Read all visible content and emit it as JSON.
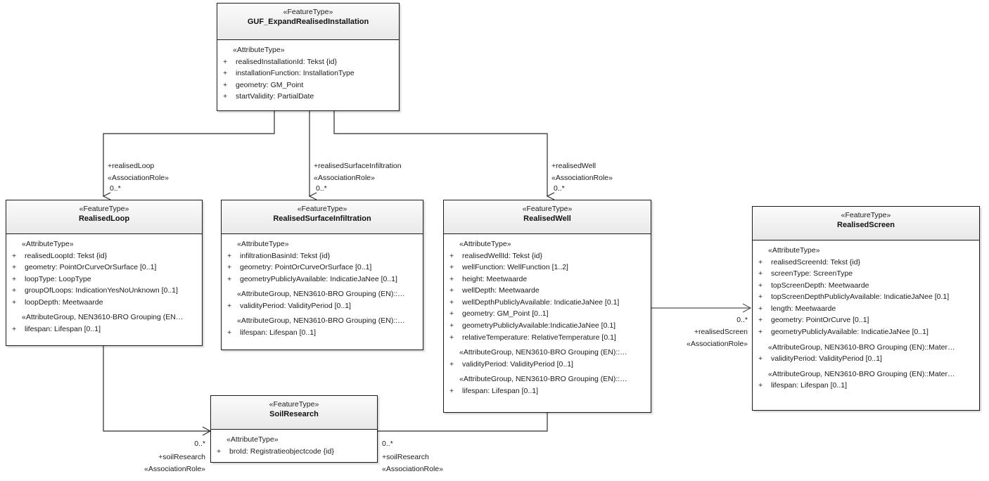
{
  "diagram": {
    "type": "uml-class-diagram",
    "title": "GUF_ExpandRealisedInstallation model"
  },
  "classes": {
    "guf": {
      "stereotype": "«FeatureType»",
      "name": "GUF_ExpandRealisedInstallation",
      "sections": [
        {
          "group": "«AttributeType»",
          "attributes": [
            {
              "vis": "+",
              "text": "realisedInstallationId: Tekst {id}"
            },
            {
              "vis": "+",
              "text": "installationFunction: InstallationType"
            },
            {
              "vis": "+",
              "text": "geometry: GM_Point"
            },
            {
              "vis": "+",
              "text": "startValidity: PartialDate"
            }
          ]
        }
      ]
    },
    "loop": {
      "stereotype": "«FeatureType»",
      "name": "RealisedLoop",
      "sections": [
        {
          "group": "«AttributeType»",
          "attributes": [
            {
              "vis": "+",
              "text": "realisedLoopId: Tekst {id}"
            },
            {
              "vis": "+",
              "text": "geometry: PointOrCurveOrSurface [0..1]"
            },
            {
              "vis": "+",
              "text": "loopType: LoopType"
            },
            {
              "vis": "+",
              "text": "groupOfLoops: IndicationYesNoUnknown [0..1]"
            },
            {
              "vis": "+",
              "text": "loopDepth: Meetwaarde"
            }
          ]
        },
        {
          "group": "«AttributeGroup, NEN3610-BRO Grouping (EN…",
          "attributes": [
            {
              "vis": "+",
              "text": "lifespan: Lifespan [0..1]"
            }
          ]
        }
      ]
    },
    "surface": {
      "stereotype": "«FeatureType»",
      "name": "RealisedSurfaceInfiltration",
      "sections": [
        {
          "group": "«AttributeType»",
          "attributes": [
            {
              "vis": "+",
              "text": "infiltrationBasinId: Tekst {id}"
            },
            {
              "vis": "+",
              "text": "geometry: PointOrCurveOrSurface [0..1]"
            },
            {
              "vis": "+",
              "text": "geometryPubliclyAvailable: IndicatieJaNee [0..1]"
            }
          ]
        },
        {
          "group": "«AttributeGroup, NEN3610-BRO Grouping (EN)::…",
          "attributes": [
            {
              "vis": "+",
              "text": "validityPeriod: ValidityPeriod [0..1]"
            }
          ]
        },
        {
          "group": "«AttributeGroup, NEN3610-BRO Grouping (EN)::…",
          "attributes": [
            {
              "vis": "+",
              "text": "lifespan: Lifespan [0..1]"
            }
          ]
        }
      ]
    },
    "well": {
      "stereotype": "«FeatureType»",
      "name": "RealisedWell",
      "sections": [
        {
          "group": "«AttributeType»",
          "attributes": [
            {
              "vis": "+",
              "text": "realisedWellId: Tekst {id}"
            },
            {
              "vis": "+",
              "text": "wellFunction: WellFunction [1..2]"
            },
            {
              "vis": "+",
              "text": "height: Meetwaarde"
            },
            {
              "vis": "+",
              "text": "wellDepth: Meetwaarde"
            },
            {
              "vis": "+",
              "text": "wellDepthPubliclyAvailable: IndicatieJaNee [0.1]"
            },
            {
              "vis": "+",
              "text": "geometry: GM_Point [0..1]"
            },
            {
              "vis": "+",
              "text": "geometryPubliclyAvailable:IndicatieJaNee [0.1]"
            },
            {
              "vis": "+",
              "text": "relativeTemperature: RelativeTemperature [0.1]"
            }
          ]
        },
        {
          "group": "«AttributeGroup, NEN3610-BRO Grouping (EN)::…",
          "attributes": [
            {
              "vis": "+",
              "text": "validityPeriod: ValidityPeriod [0..1]"
            }
          ]
        },
        {
          "group": "«AttributeGroup, NEN3610-BRO Grouping (EN)::…",
          "attributes": [
            {
              "vis": "+",
              "text": "lifespan: Lifespan [0..1]"
            }
          ]
        }
      ]
    },
    "screen": {
      "stereotype": "«FeatureType»",
      "name": "RealisedScreen",
      "sections": [
        {
          "group": "«AttributeType»",
          "attributes": [
            {
              "vis": "+",
              "text": "realisedScreenId: Tekst {id}"
            },
            {
              "vis": "+",
              "text": "screenType: ScreenType"
            },
            {
              "vis": "+",
              "text": "topScreenDepth: Meetwaarde"
            },
            {
              "vis": "+",
              "text": "topScreenDepthPubliclyAvailable: IndicatieJaNee [0.1]"
            },
            {
              "vis": "+",
              "text": "length: Meetwaarde"
            },
            {
              "vis": "+",
              "text": "geometry: PointOrCurve [0..1]"
            },
            {
              "vis": "+",
              "text": "geometryPubliclyAvailable: IndicatieJaNee [0..1]"
            }
          ]
        },
        {
          "group": "«AttributeGroup, NEN3610-BRO Grouping (EN)::Mater…",
          "attributes": [
            {
              "vis": "+",
              "text": "validityPeriod: ValidityPeriod [0..1]"
            }
          ]
        },
        {
          "group": "«AttributeGroup, NEN3610-BRO Grouping (EN)::Mater…",
          "attributes": [
            {
              "vis": "+",
              "text": "lifespan: Lifespan [0..1]"
            }
          ]
        }
      ]
    },
    "soil": {
      "stereotype": "«FeatureType»",
      "name": "SoilResearch",
      "sections": [
        {
          "group": "«AttributeType»",
          "attributes": [
            {
              "vis": "+",
              "text": "broId: Registratieobjectcode {id}"
            }
          ]
        }
      ]
    }
  },
  "associations": {
    "realised_loop": {
      "role": "+realisedLoop",
      "stereotype": "«AssociationRole»",
      "multiplicity": "0..*"
    },
    "realised_surface_infiltration": {
      "role": "+realisedSurfaceInfiltration",
      "stereotype": "«AssociationRole»",
      "multiplicity": "0..*"
    },
    "realised_well": {
      "role": "+realisedWell",
      "stereotype": "«AssociationRole»",
      "multiplicity": "0..*"
    },
    "realised_screen": {
      "role": "+realisedScreen",
      "stereotype": "«AssociationRole»",
      "multiplicity": "0..*"
    },
    "soil_research_loop": {
      "role": "+soilResearch",
      "stereotype": "«AssociationRole»",
      "multiplicity": "0..*"
    },
    "soil_research_well": {
      "role": "+soilResearch",
      "stereotype": "«AssociationRole»",
      "multiplicity": "0..*"
    }
  },
  "colors": {
    "border": "#1a1a1a",
    "header_top": "#fbfbfb",
    "header_bottom": "#e9e9e9",
    "body": "#ffffff",
    "connector": "#2b2b2b",
    "text": "#1a1a1a"
  }
}
